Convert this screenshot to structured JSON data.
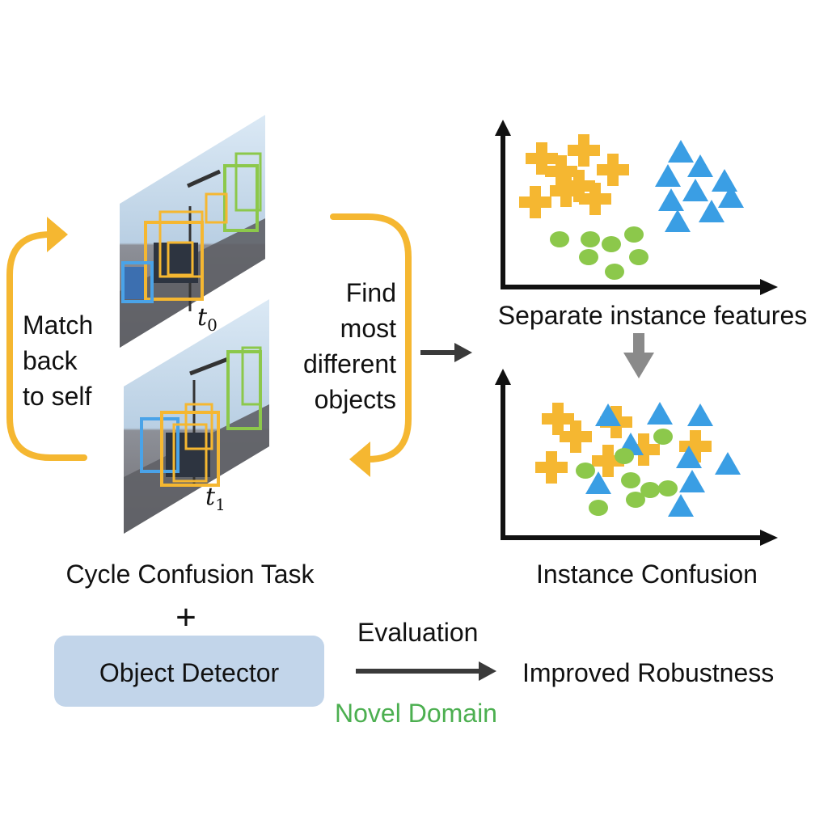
{
  "frames": {
    "t0": {
      "var": "t",
      "sub": "0"
    },
    "t1": {
      "var": "t",
      "sub": "1"
    }
  },
  "labels": {
    "match_back": [
      "Match",
      "back",
      "to self"
    ],
    "find_different": [
      "Find",
      "most",
      "different",
      "objects"
    ],
    "separate": "Separate instance features",
    "confusion": "Instance Confusion",
    "cycle_task": "Cycle Confusion Task",
    "plus": "+",
    "detector": "Object Detector",
    "evaluation": "Evaluation",
    "improved": "Improved Robustness",
    "novel_domain": "Novel Domain"
  },
  "colors": {
    "cycle_arrow": "#f5b731",
    "plus_marker": "#f5b731",
    "triangle_marker": "#3a9ee4",
    "circle_marker": "#8cc84b",
    "detector_box": "#c2d5ea",
    "novel_domain_text": "#4caf50",
    "dark_arrow": "#3a3a3a",
    "down_arrow": "#8a8a8a"
  },
  "legend_icons": [
    "plus-marker-icon",
    "triangle-marker-icon",
    "circle-marker-icon"
  ]
}
